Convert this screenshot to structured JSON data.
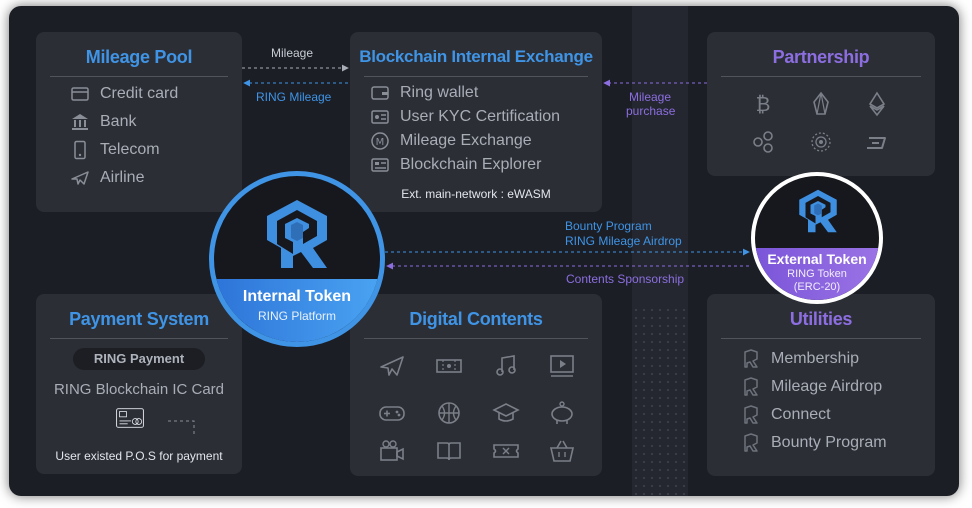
{
  "mileage_pool": {
    "title": "Mileage Pool",
    "items": [
      "Credit card",
      "Bank",
      "Telecom",
      "Airline"
    ]
  },
  "exchange": {
    "title": "Blockchain Internal Exchange",
    "items": [
      "Ring wallet",
      "User KYC Certification",
      "Mileage Exchange",
      "Blockchain Explorer"
    ],
    "note": "Ext. main-network : eWASM"
  },
  "partnership": {
    "title": "Partnership",
    "icons": [
      "bitcoin-icon",
      "eos-icon",
      "ethereum-icon",
      "ripple-icon",
      "cardano-icon",
      "dash-icon"
    ]
  },
  "payment": {
    "title": "Payment System",
    "pill": "RING Payment",
    "card_label": "RING Blockchain IC Card",
    "pos_label": "User existed P.O.S for payment"
  },
  "digital_contents": {
    "title": "Digital Contents",
    "icons": [
      "airplane-icon",
      "ticket-icon",
      "music-icon",
      "video-icon",
      "gamepad-icon",
      "basketball-icon",
      "graduation-icon",
      "piggybank-icon",
      "camera-icon",
      "book-icon",
      "coupon-icon",
      "basket-icon"
    ]
  },
  "utilities": {
    "title": "Utilities",
    "items": [
      "Membership",
      "Mileage Airdrop",
      "Connect",
      "Bounty Program"
    ]
  },
  "internal_token": {
    "title": "Internal Token",
    "subtitle": "RING Platform"
  },
  "external_token": {
    "title": "External Token",
    "line1": "RING Token",
    "line2": "(ERC-20)"
  },
  "arrows": {
    "mileage": "Mileage",
    "ring_mileage": "RING Mileage",
    "mileage_purchase_1": "Mileage",
    "mileage_purchase_2": "purchase",
    "bounty": "Bounty Program",
    "airdrop": "RING Mileage Airdrop",
    "sponsorship": "Contents Sponsorship"
  },
  "colors": {
    "blue": "#3f94e6",
    "purple": "#8c6ee0",
    "panel": "#2b2e35",
    "background": "#1b1e25"
  }
}
